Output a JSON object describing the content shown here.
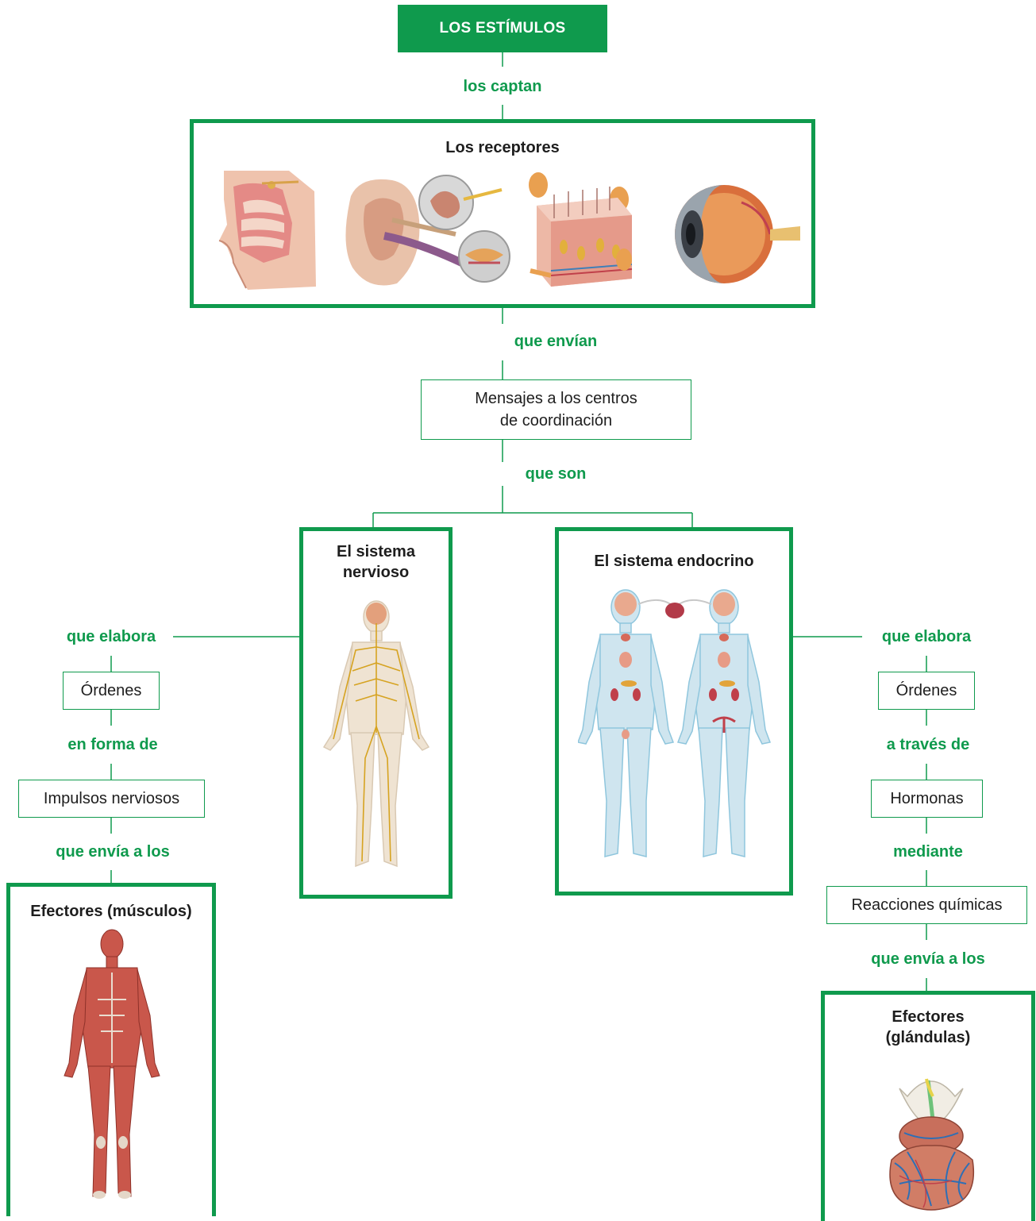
{
  "colors": {
    "accent": "#0f9a4d",
    "text": "#1e1e1e",
    "skin": "#e9a98e",
    "nerve": "#d6a321",
    "lymph": "#8fc6dd",
    "muscle": "#c9574b",
    "vessel": "#2e6fb5"
  },
  "header": {
    "title": "LOS ESTÍMULOS"
  },
  "connectors": {
    "los_captan": "los captan",
    "que_envian": "que envían",
    "que_son": "que son",
    "que_elabora_left": "que elabora",
    "en_forma_de": "en forma de",
    "que_envia_a_los_left": "que envía a los",
    "que_elabora_right": "que elabora",
    "a_traves_de": "a través de",
    "mediante": "mediante",
    "que_envia_a_los_right": "que envía a los"
  },
  "receptors": {
    "title": "Los receptores",
    "images": [
      {
        "icon": "nose-anatomy-icon"
      },
      {
        "icon": "ear-anatomy-icon"
      },
      {
        "icon": "skin-anatomy-icon"
      },
      {
        "icon": "eye-anatomy-icon"
      }
    ]
  },
  "messages": {
    "line1": "Mensajes a los centros",
    "line2": "de coordinación"
  },
  "nervous": {
    "title_line1": "El sistema",
    "title_line2": "nervioso",
    "icon": "nervous-system-figure-icon"
  },
  "endocrine": {
    "title": "El sistema endocrino",
    "icon": "endocrine-system-figures-icon"
  },
  "left_branch": {
    "ordenes": "Órdenes",
    "impulsos": "Impulsos nerviosos",
    "effectors_title": "Efectores (músculos)",
    "icon": "muscular-system-figure-icon"
  },
  "right_branch": {
    "ordenes": "Órdenes",
    "hormonas": "Hormonas",
    "reacciones": "Reacciones químicas",
    "effectors_title_line1": "Efectores",
    "effectors_title_line2": "(glándulas)",
    "icon": "gland-anatomy-icon"
  }
}
